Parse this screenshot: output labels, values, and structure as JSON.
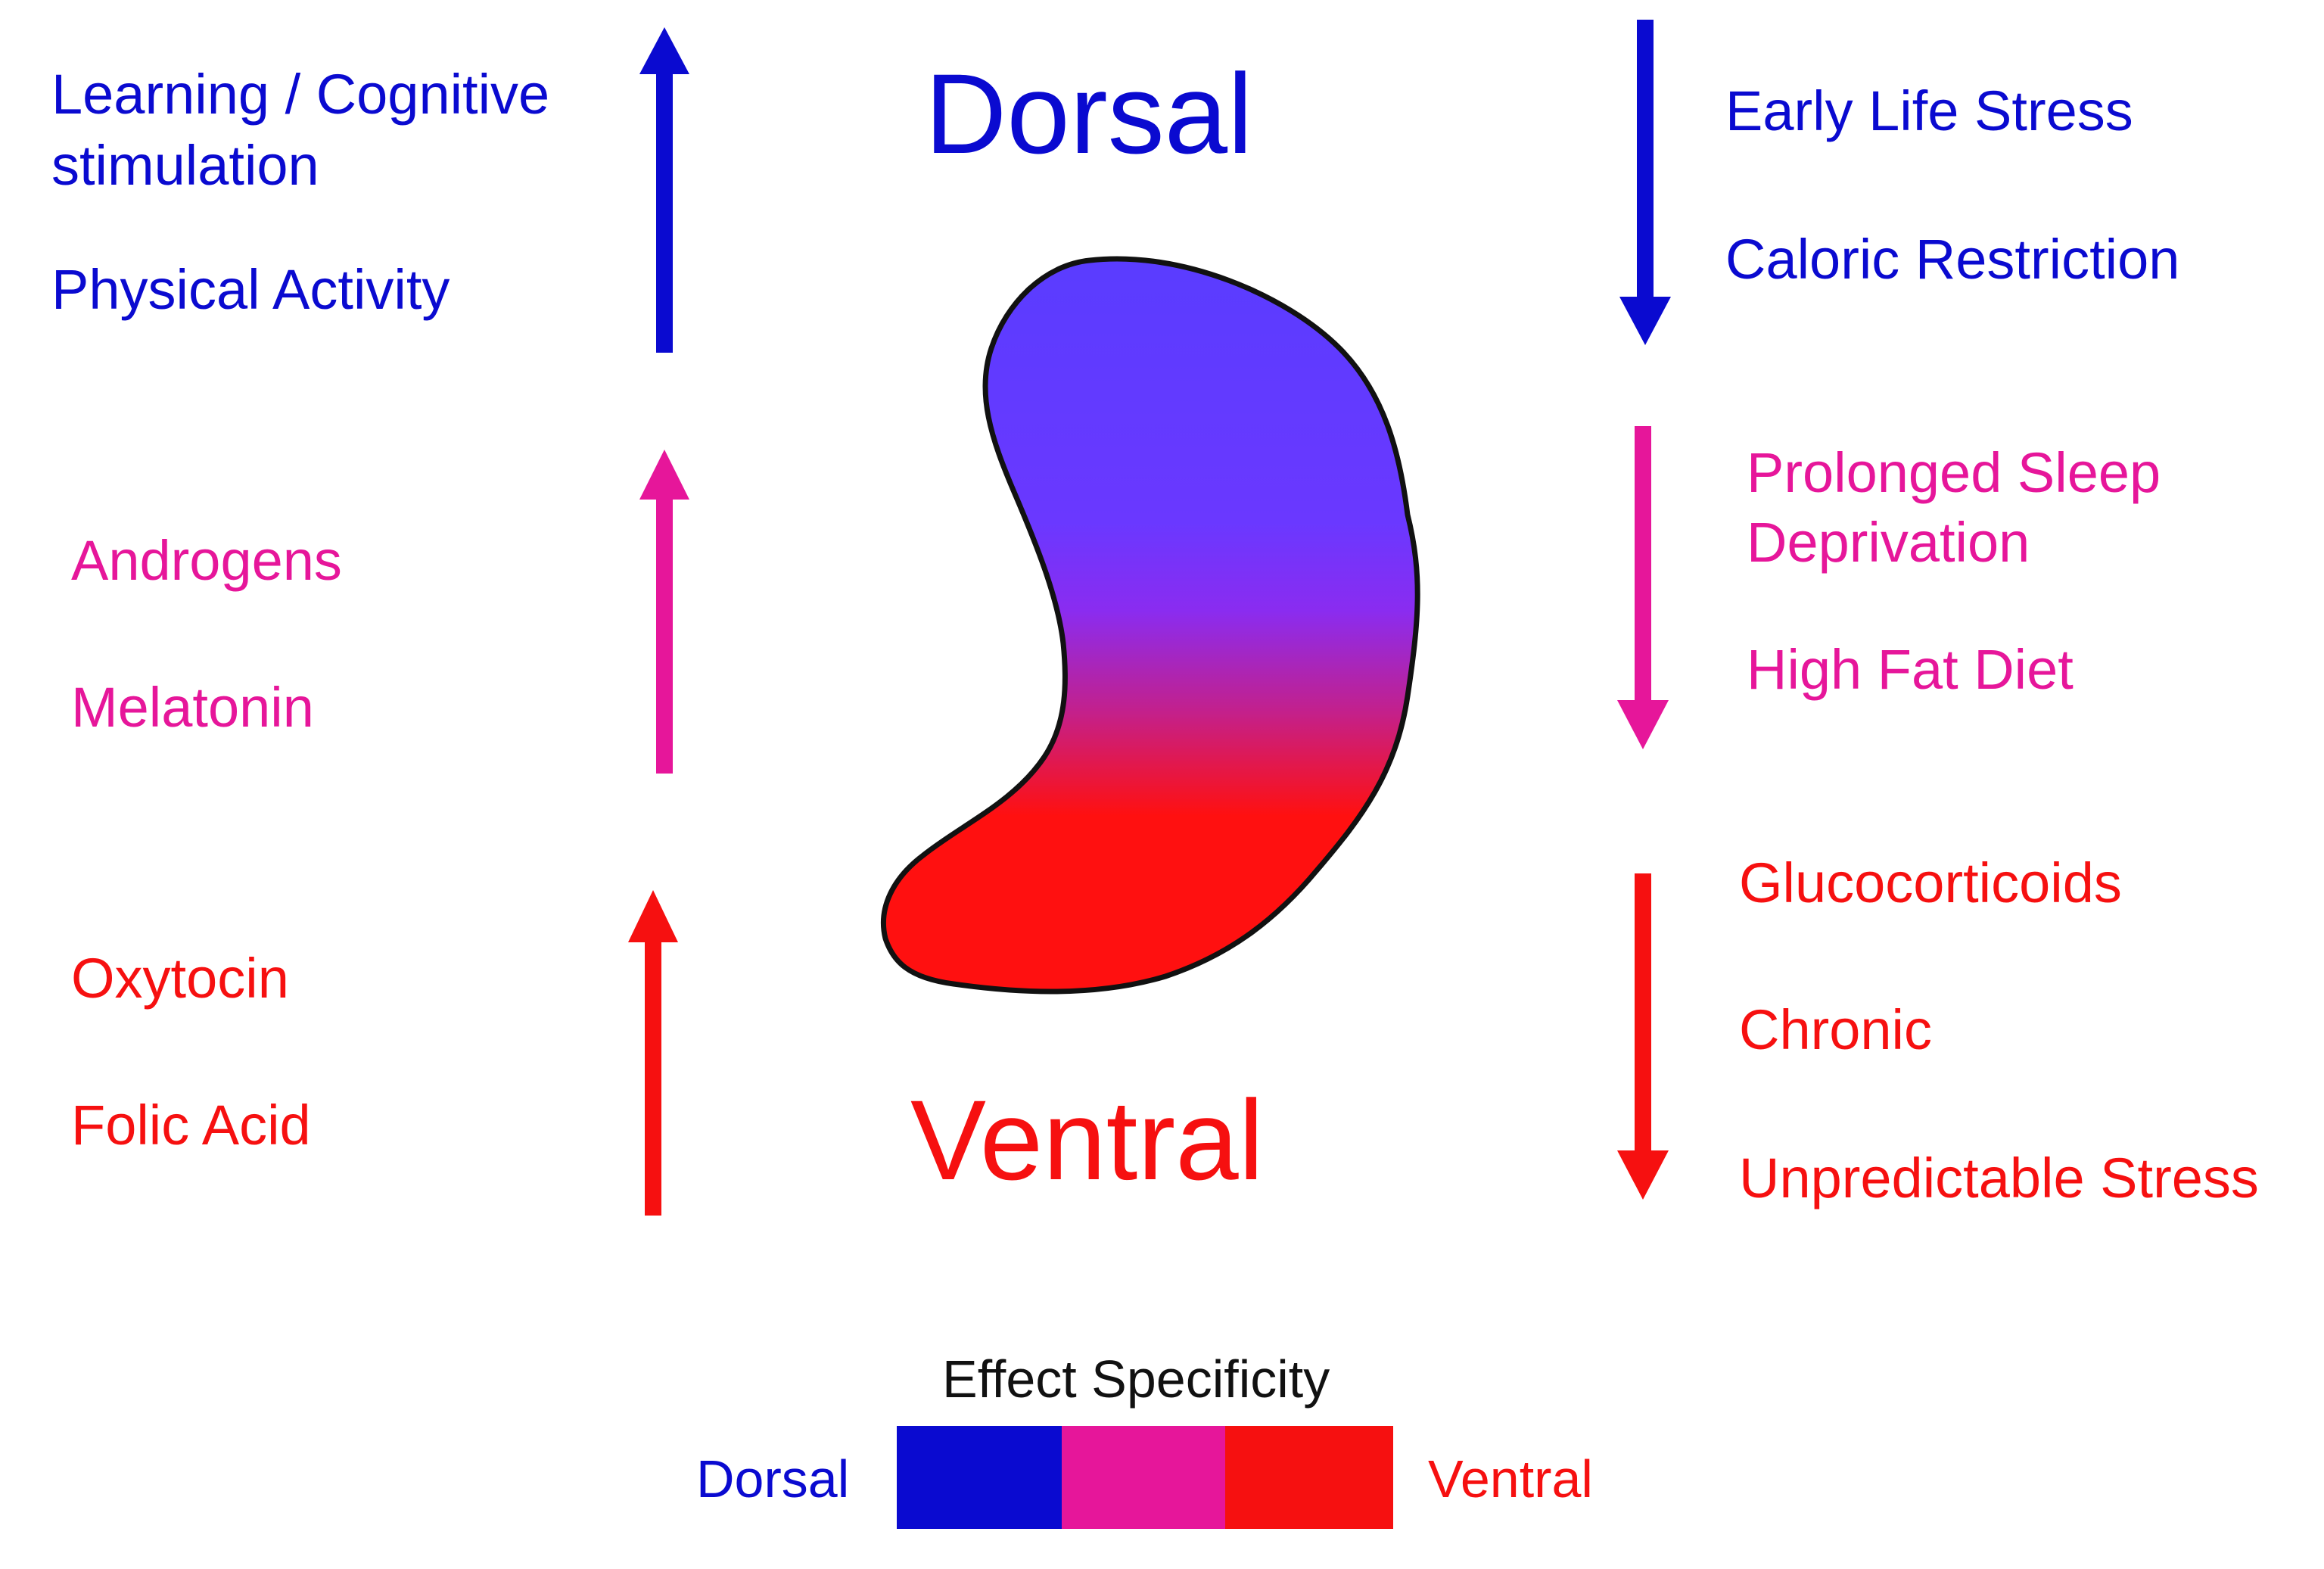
{
  "colors": {
    "dorsal": "#0a0ad0",
    "intermediate": "#e6169a",
    "ventral": "#f61010",
    "hippocampus_top": "#5a3cff",
    "hippocampus_mid": "#8a2cf0",
    "hippocampus_bottom": "#ff1010"
  },
  "titles": {
    "dorsal": "Dorsal",
    "ventral": "Ventral"
  },
  "increase_factors": {
    "dorsal": [
      "Learning / Cognitive",
      "stimulation",
      "Physical Activity"
    ],
    "intermediate": [
      "Androgens",
      "Melatonin"
    ],
    "ventral": [
      "Oxytocin",
      "Folic Acid"
    ]
  },
  "decrease_factors": {
    "dorsal": [
      "Early Life Stress",
      "Caloric Restriction"
    ],
    "intermediate": [
      "Prolonged Sleep",
      "Deprivation",
      "High Fat Diet"
    ],
    "ventral": [
      "Glucocorticoids",
      "Chronic",
      "Unpredictable Stress"
    ]
  },
  "legend": {
    "title": "Effect Specificity",
    "left_label": "Dorsal",
    "right_label": "Ventral"
  }
}
